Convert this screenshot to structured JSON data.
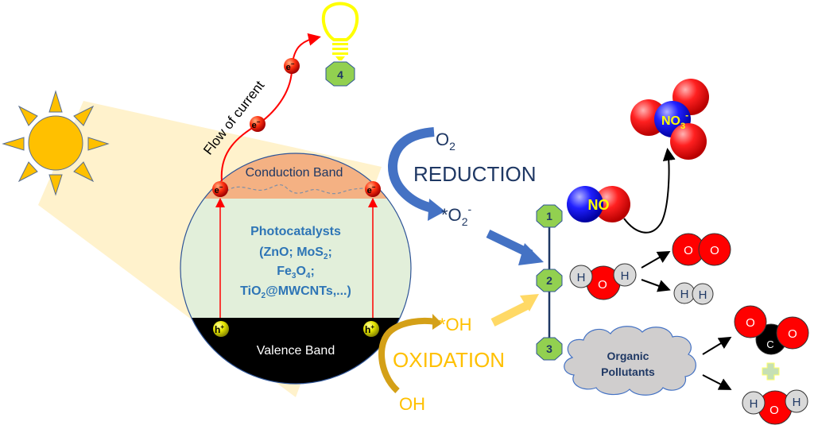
{
  "diagram": {
    "type": "photocatalysis-mechanism",
    "labels": {
      "conduction_band": "Conduction Band",
      "valence_band": "Valence Band",
      "photocatalysts_title": "Photocatalysts",
      "photocatalysts_line1_a": "(ZnO; MoS",
      "photocatalysts_line1_sub": "2",
      "photocatalysts_line1_b": ";",
      "photocatalysts_line2_a": "Fe",
      "photocatalysts_line2_sub1": "3",
      "photocatalysts_line2_b": "O",
      "photocatalysts_line2_sub2": "4",
      "photocatalysts_line2_c": ";",
      "photocatalysts_line3_a": "TiO",
      "photocatalysts_line3_sub": "2",
      "photocatalysts_line3_b": "@MWCNTs,...)",
      "flow_of_current": "Flow of current",
      "electron": "e",
      "electron_sup": "−",
      "hole": "h",
      "hole_sup": "+",
      "o2": "O",
      "o2_sub": "2",
      "reduction": "REDUCTION",
      "superoxide_a": "*O",
      "superoxide_sub": "2",
      "superoxide_sup": "-",
      "hydroxyl_radical": "*OH",
      "oxidation": "OXIDATION",
      "hydroxide": "OH",
      "no": "NO",
      "no3_a": "NO",
      "no3_sub": "3",
      "no3_sup": "-",
      "organic_pollutants_1": "Organic",
      "organic_pollutants_2": "Pollutants",
      "atom_h": "H",
      "atom_o": "O",
      "atom_c": "C"
    },
    "steps": [
      "1",
      "2",
      "3",
      "4"
    ],
    "colors": {
      "sun": "#FFC000",
      "light_beam": "#FFF2CC",
      "conduction_band": "#F4B183",
      "photocatalyst_body": "#E2EFDA",
      "valence_band": "#000000",
      "photocatalyst_text": "#2E75B6",
      "reduction": "#4472C4",
      "reduction_text": "#1F3864",
      "oxidation": "#FFC000",
      "step_badge": "#92D050",
      "oxygen_atom": "#FF0000",
      "hydrogen_atom": "#D9D9D9",
      "nitrogen_atom": "#0000FF",
      "carbon_atom": "#000000",
      "cloud": "#D0CECE",
      "bulb": "#FFFF00",
      "current_arrow": "#FF0000"
    }
  }
}
